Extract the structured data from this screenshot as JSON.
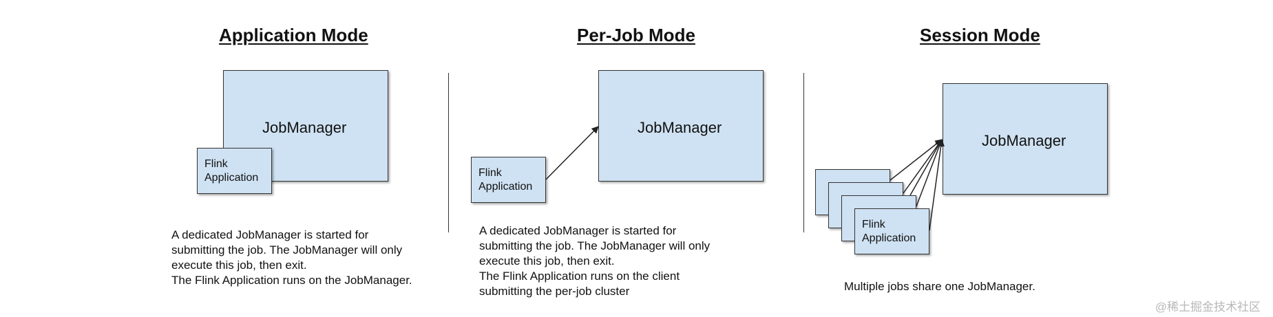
{
  "application_mode": {
    "title": "Application Mode",
    "jobmanager_label": "JobManager",
    "flink_app_line1": "Flink",
    "flink_app_line2": "Application",
    "description": [
      "A dedicated JobManager is started for",
      "submitting the job. The JobManager will only",
      "execute this job, then exit.",
      "The Flink Application runs on the JobManager."
    ]
  },
  "per_job_mode": {
    "title": "Per-Job Mode",
    "jobmanager_label": "JobManager",
    "flink_app_line1": "Flink",
    "flink_app_line2": "Application",
    "description": [
      "A dedicated JobManager is started for",
      "submitting the job. The JobManager will only",
      "execute this job, then exit.",
      "The Flink Application runs on the client",
      "submitting the per-job cluster"
    ]
  },
  "session_mode": {
    "title": "Session Mode",
    "jobmanager_label": "JobManager",
    "flink_app_line1": "Flink",
    "flink_app_line2": "Application",
    "description": "Multiple jobs share one JobManager."
  },
  "watermark": "@稀土掘金技术社区",
  "colors": {
    "box_fill": "#cfe2f3",
    "box_border": "#333333",
    "text": "#111111"
  }
}
